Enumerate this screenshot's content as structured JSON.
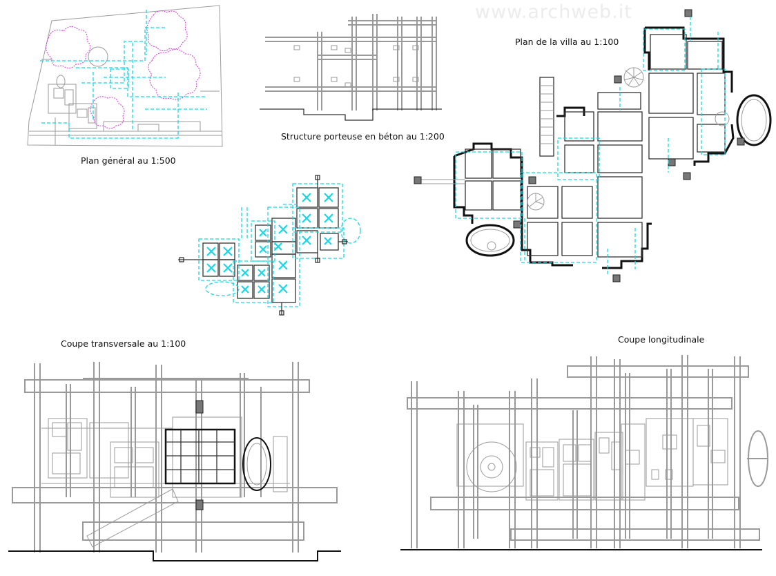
{
  "watermark": "www.archweb.it",
  "captions": {
    "site_plan": "Plan général au  1:500",
    "structure": "Structure porteuse en béton au 1:200",
    "villa_plan": "Plan de la villa au 1:100",
    "cross_section": "Coupe transversale au 1:100",
    "long_section": "Coupe longitudinale"
  },
  "colors": {
    "walls": "#111111",
    "construction_lines": "#9a9a9a",
    "hidden_lines": "#16d8e8",
    "trees": "#e040e0"
  }
}
